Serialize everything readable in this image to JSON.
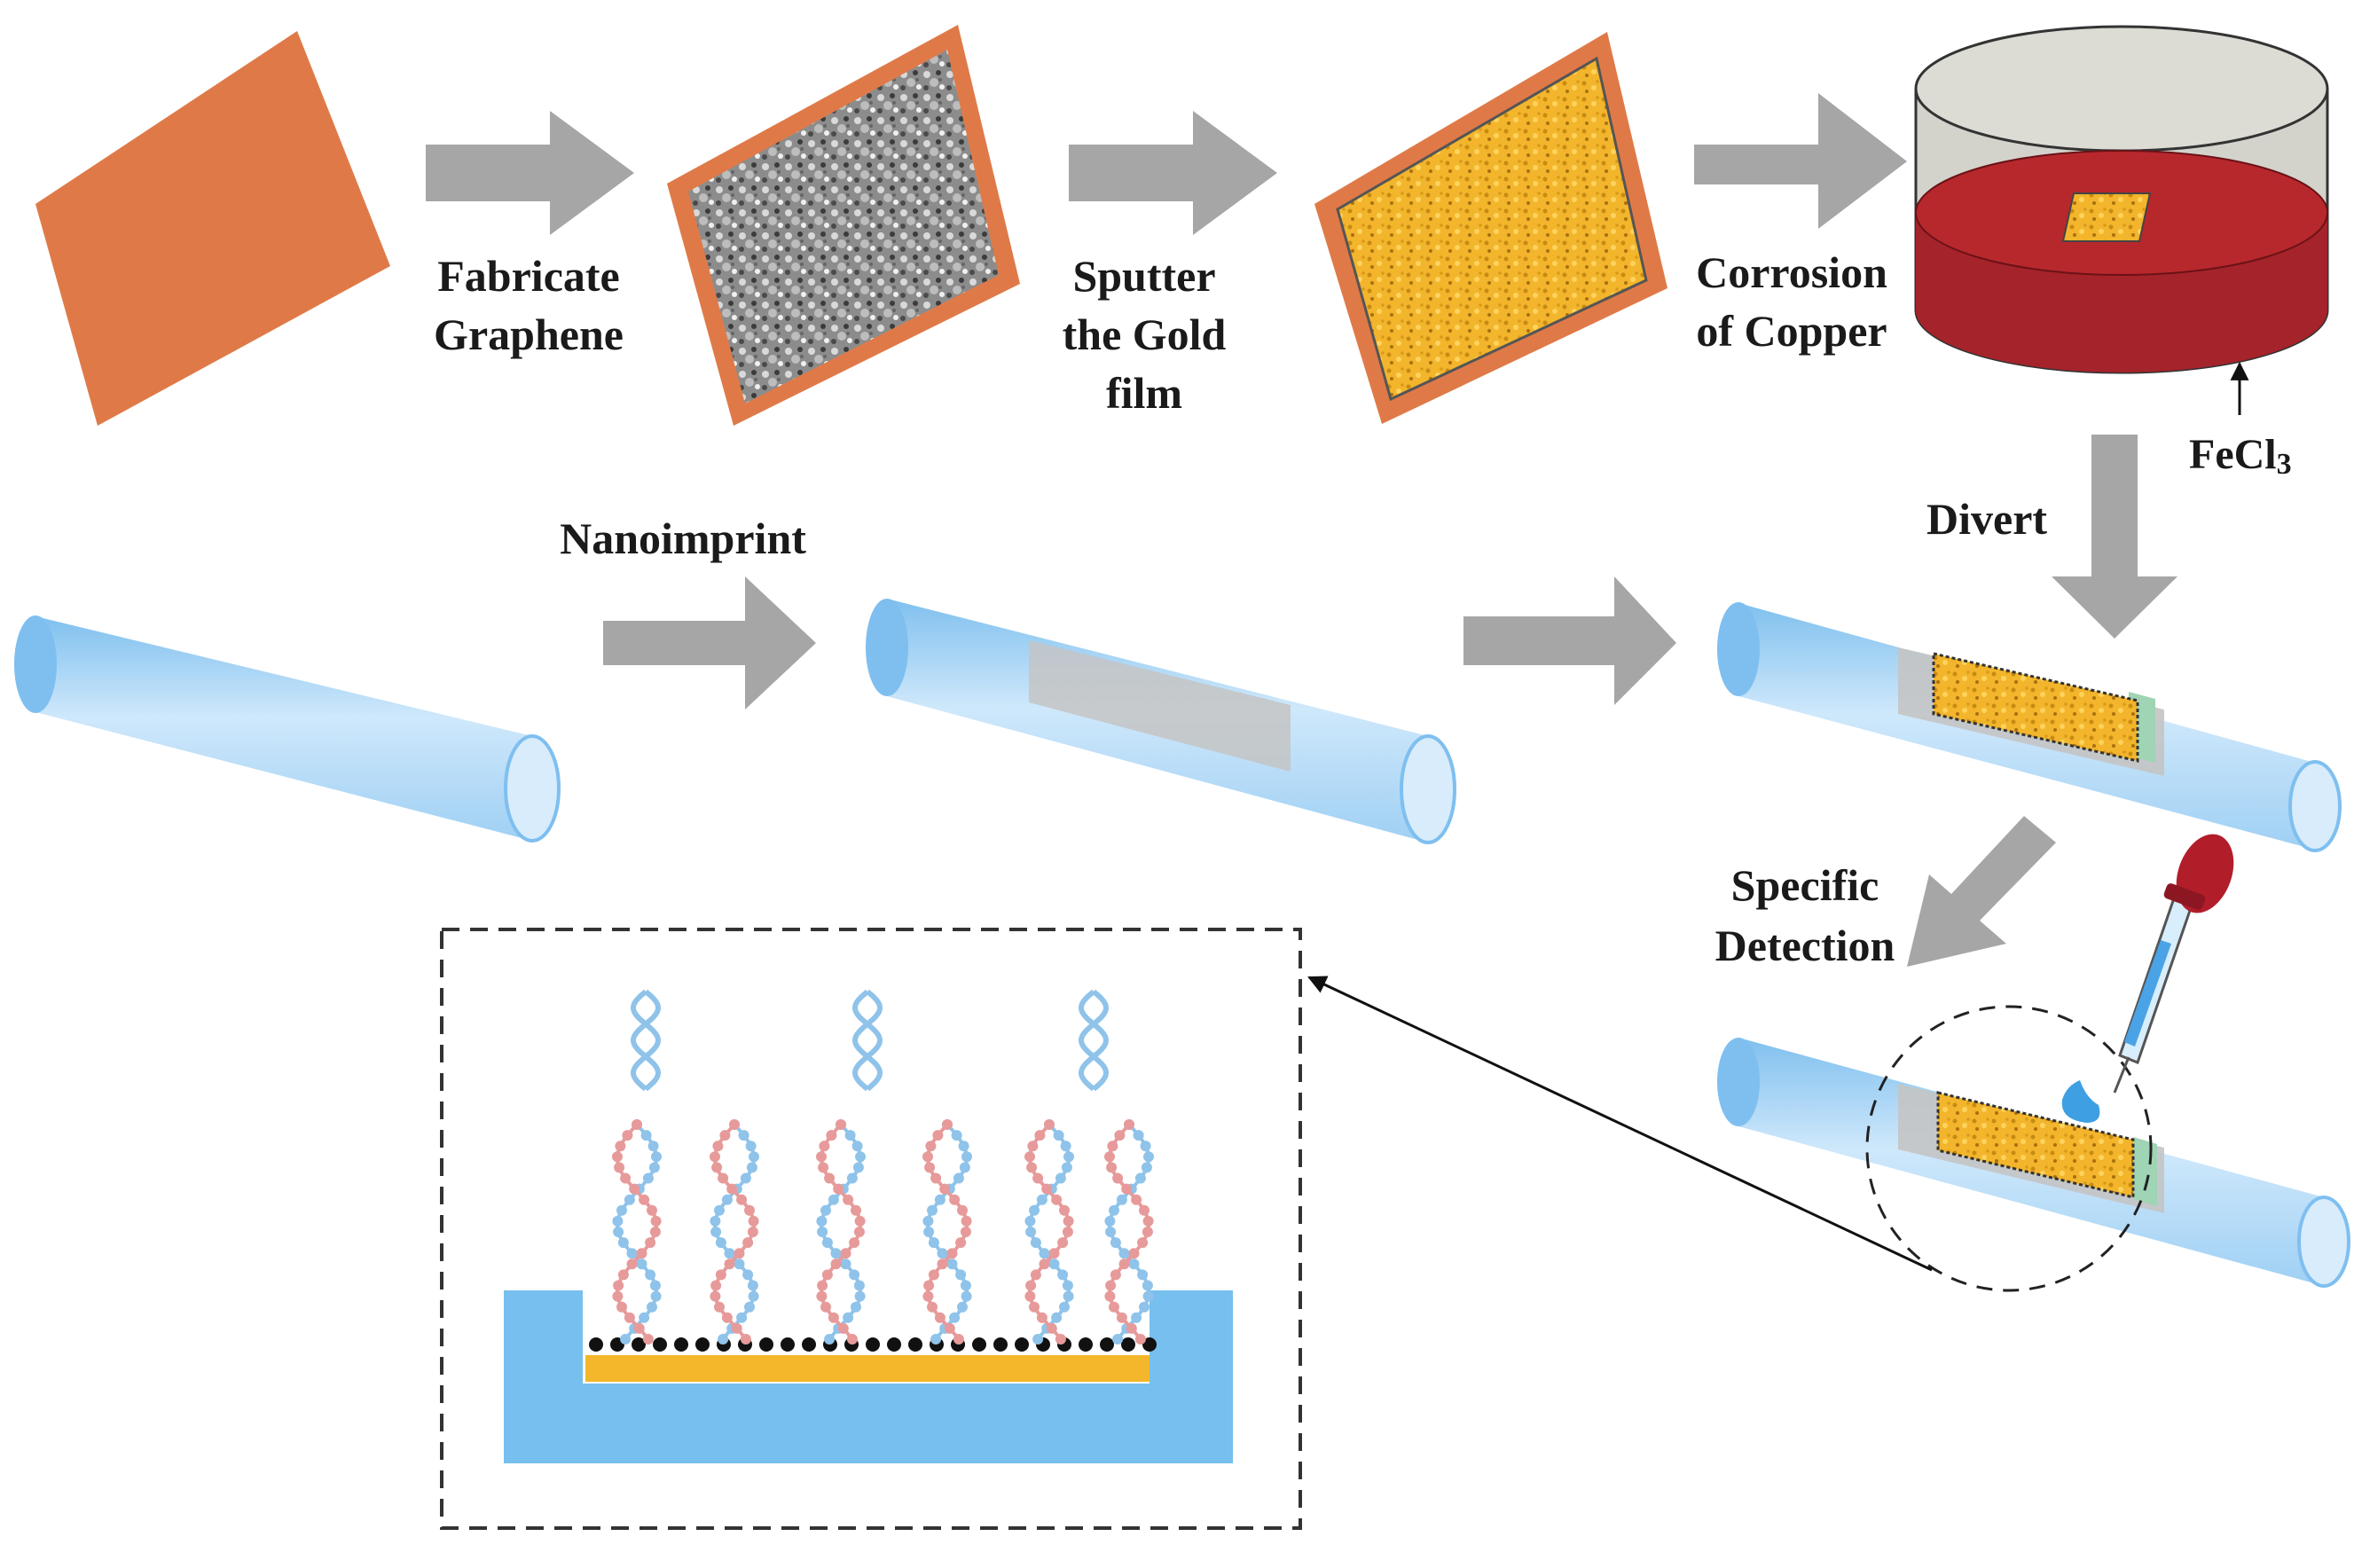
{
  "steps": {
    "fabricate_line1": "Fabricate",
    "fabricate_line2": "Graphene",
    "sputter_line1": "Sputter",
    "sputter_line2": "the Gold",
    "sputter_line3": "film",
    "corrosion_line1": "Corrosion",
    "corrosion_line2": "of Copper",
    "fecl3_main": "FeCl",
    "fecl3_sub": "3",
    "divert": "Divert",
    "nanoimprint": "Nanoimprint",
    "specific_line1": "Specific",
    "specific_line2": "Detection"
  },
  "colors": {
    "copper": "#df7a48",
    "arrow": "#a6a6a6",
    "gold": "#f4b62a",
    "etchant": "#b0242a",
    "tube": "#a9d6f5",
    "substrate": "#76bfee",
    "dna_blue": "#8fc3ea",
    "dna_pink": "#e79a9a"
  }
}
